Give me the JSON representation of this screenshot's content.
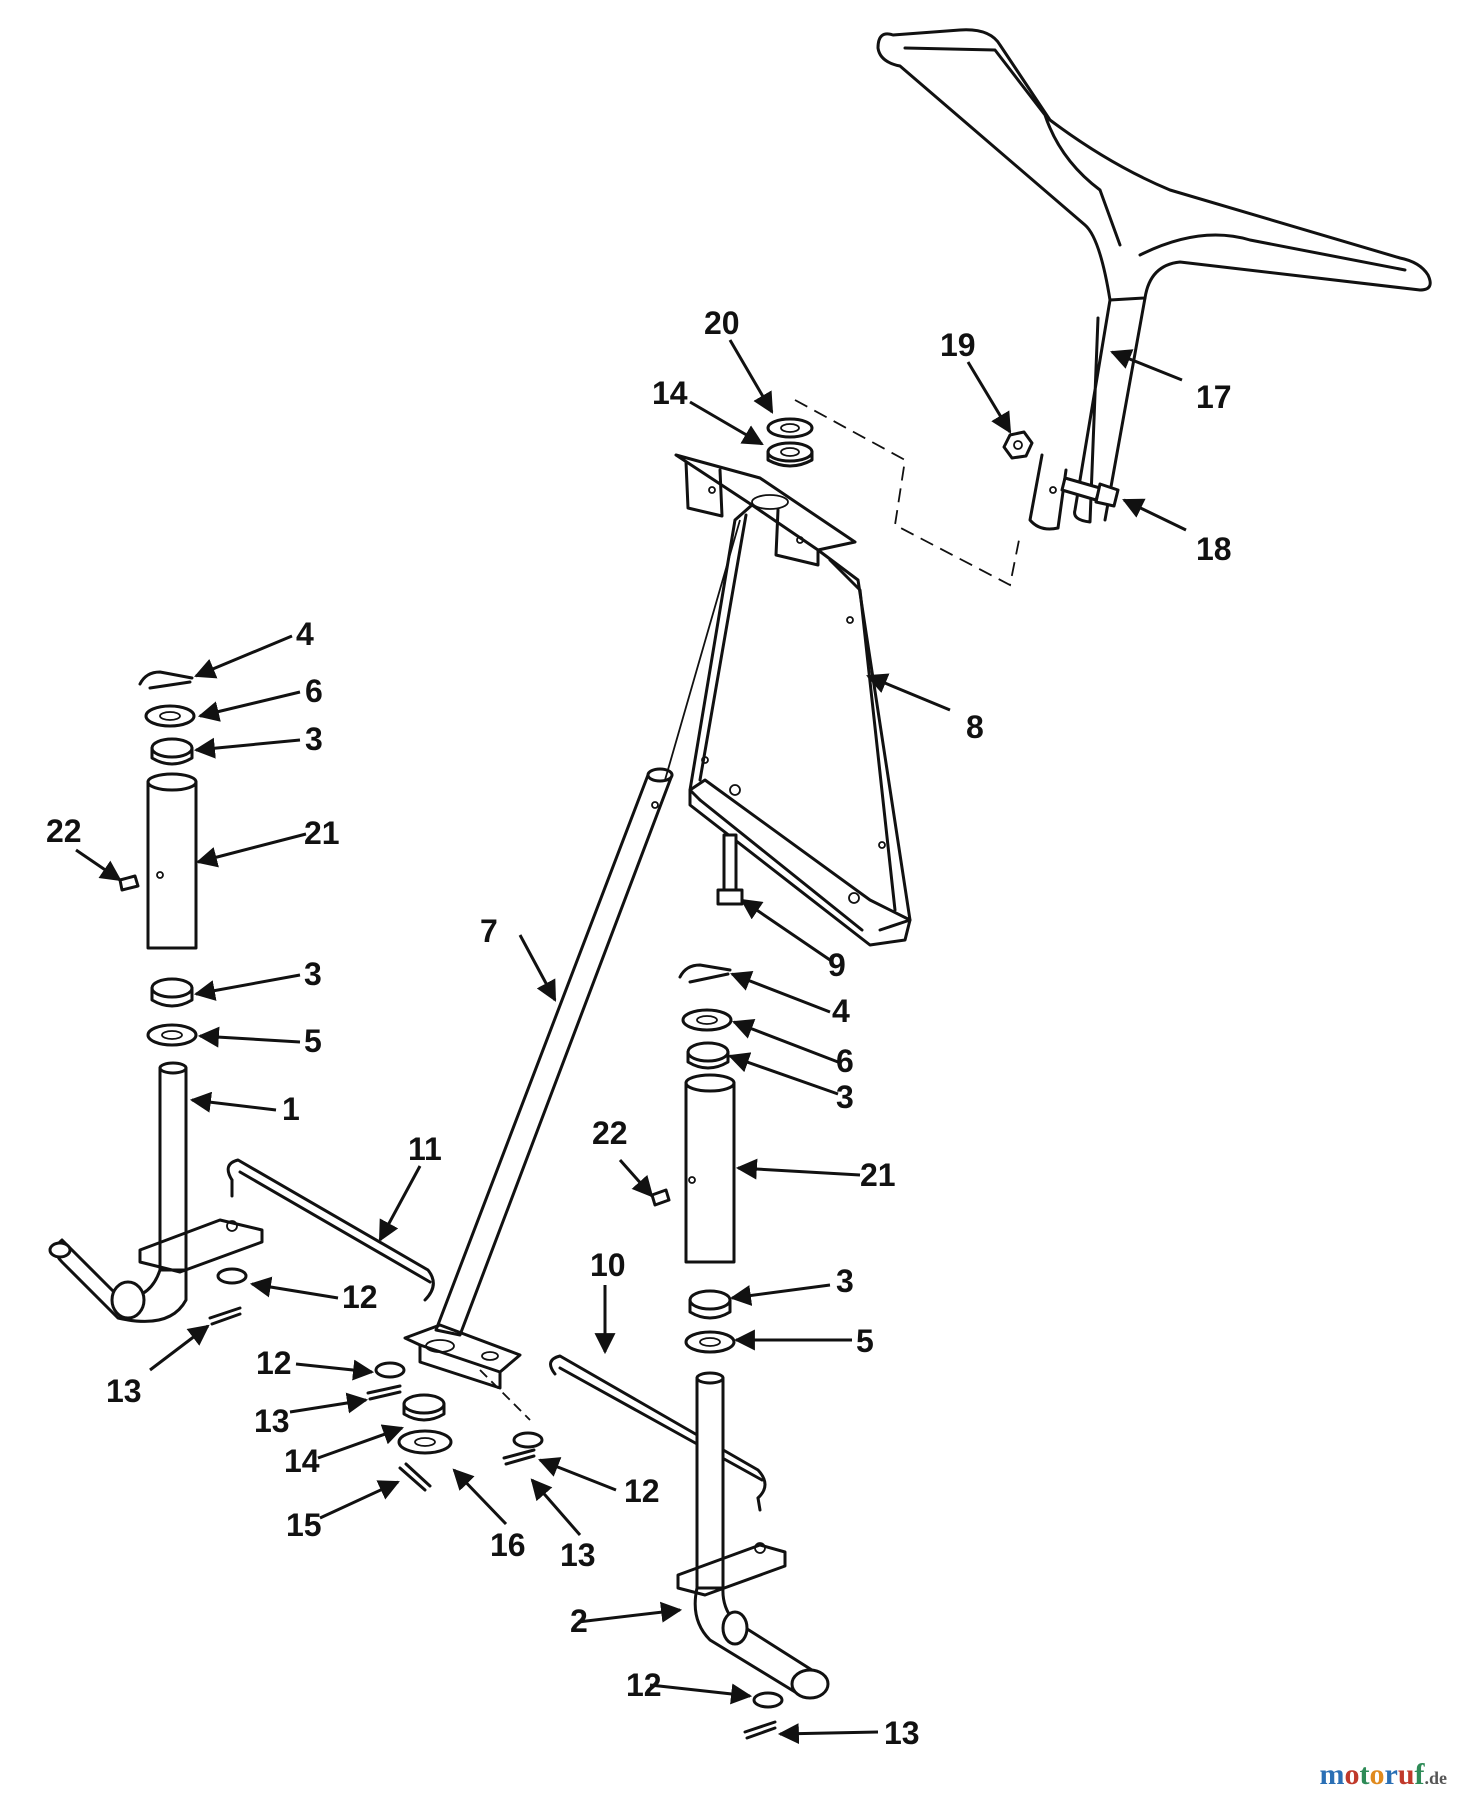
{
  "labels": {
    "l1": "1",
    "l2": "2",
    "l3a": "3",
    "l3b": "3",
    "l3c": "3",
    "l3d": "3",
    "l4a": "4",
    "l4b": "4",
    "l5a": "5",
    "l5b": "5",
    "l6a": "6",
    "l6b": "6",
    "l7": "7",
    "l8": "8",
    "l9": "9",
    "l10": "10",
    "l11": "11",
    "l12a": "12",
    "l12b": "12",
    "l12c": "12",
    "l12d": "12",
    "l13a": "13",
    "l13b": "13",
    "l13c": "13",
    "l13d": "13",
    "l14a": "14",
    "l14b": "14",
    "l15": "15",
    "l16": "16",
    "l17": "17",
    "l18": "18",
    "l19": "19",
    "l20": "20",
    "l21a": "21",
    "l21b": "21",
    "l22a": "22",
    "l22b": "22"
  },
  "watermark": {
    "p1": "m",
    "p2": "o",
    "p3": "t",
    "p4": "o",
    "p5": "r",
    "p6": "u",
    "p7": "f",
    "p8": ".de"
  }
}
